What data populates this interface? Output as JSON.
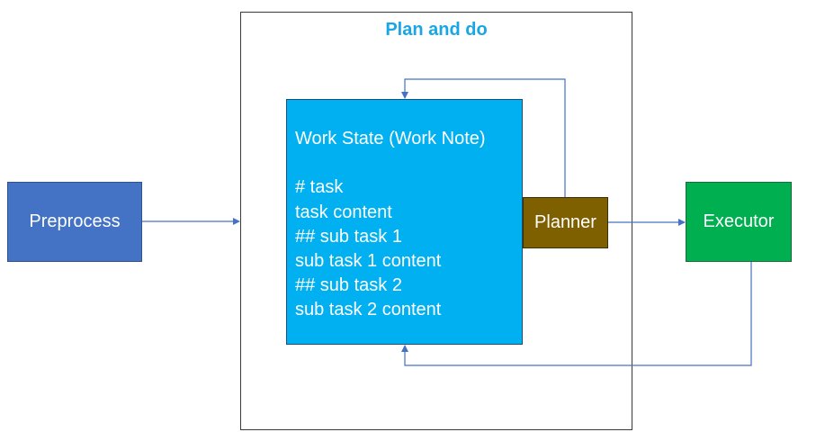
{
  "frame": {
    "title": "Plan and do"
  },
  "nodes": {
    "preprocess": "Preprocess",
    "planner": "Planner",
    "executor": "Executor",
    "work_state": {
      "lines": [
        "Work State (Work Note)",
        "",
        "# task",
        "task content",
        "## sub task 1",
        "sub task 1 content",
        "## sub task 2",
        "sub task 2 content"
      ]
    }
  },
  "colors": {
    "frame_title": "#1aa6e4",
    "preprocess": "#4472c4",
    "work_state": "#00b0f0",
    "planner": "#7f6000",
    "executor": "#00b050",
    "arrow": "#4472c4"
  }
}
